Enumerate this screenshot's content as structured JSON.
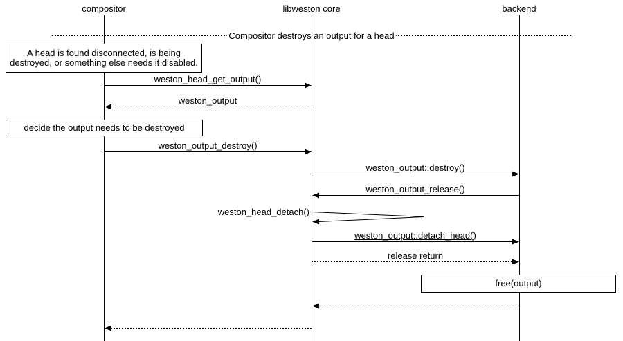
{
  "diagram": {
    "title": "Compositor destroys an output for a head",
    "colors": {
      "ink": "#000000",
      "background": "#ffffff"
    },
    "actors": [
      {
        "name": "compositor"
      },
      {
        "name": "libweston core"
      },
      {
        "name": "backend"
      }
    ],
    "notes": [
      {
        "text": "A head is found disconnected, is being destroyed, or something else needs it disabled.",
        "over": "compositor"
      },
      {
        "text": "decide the output needs to be destroyed",
        "over": "compositor"
      },
      {
        "text": "free(output)",
        "over": "backend"
      }
    ],
    "messages": [
      {
        "label": "weston_head_get_output()",
        "from": "compositor",
        "to": "libweston core",
        "line": "solid"
      },
      {
        "label": "weston_output",
        "from": "libweston core",
        "to": "compositor",
        "line": "dotted"
      },
      {
        "label": "weston_output_destroy()",
        "from": "compositor",
        "to": "libweston core",
        "line": "solid"
      },
      {
        "label": "weston_output::destroy()",
        "from": "libweston core",
        "to": "backend",
        "line": "solid"
      },
      {
        "label": "weston_output_release()",
        "from": "backend",
        "to": "libweston core",
        "line": "solid"
      },
      {
        "label": "weston_head_detach()",
        "from": "libweston core",
        "to": "libweston core",
        "line": "self"
      },
      {
        "label": "weston_output::detach_head()",
        "from": "libweston core",
        "to": "backend",
        "line": "solid"
      },
      {
        "label": "release return",
        "from": "libweston core",
        "to": "backend",
        "line": "dotted"
      },
      {
        "label": "",
        "from": "backend",
        "to": "libweston core",
        "line": "dotted"
      },
      {
        "label": "",
        "from": "libweston core",
        "to": "compositor",
        "line": "dotted"
      }
    ]
  }
}
